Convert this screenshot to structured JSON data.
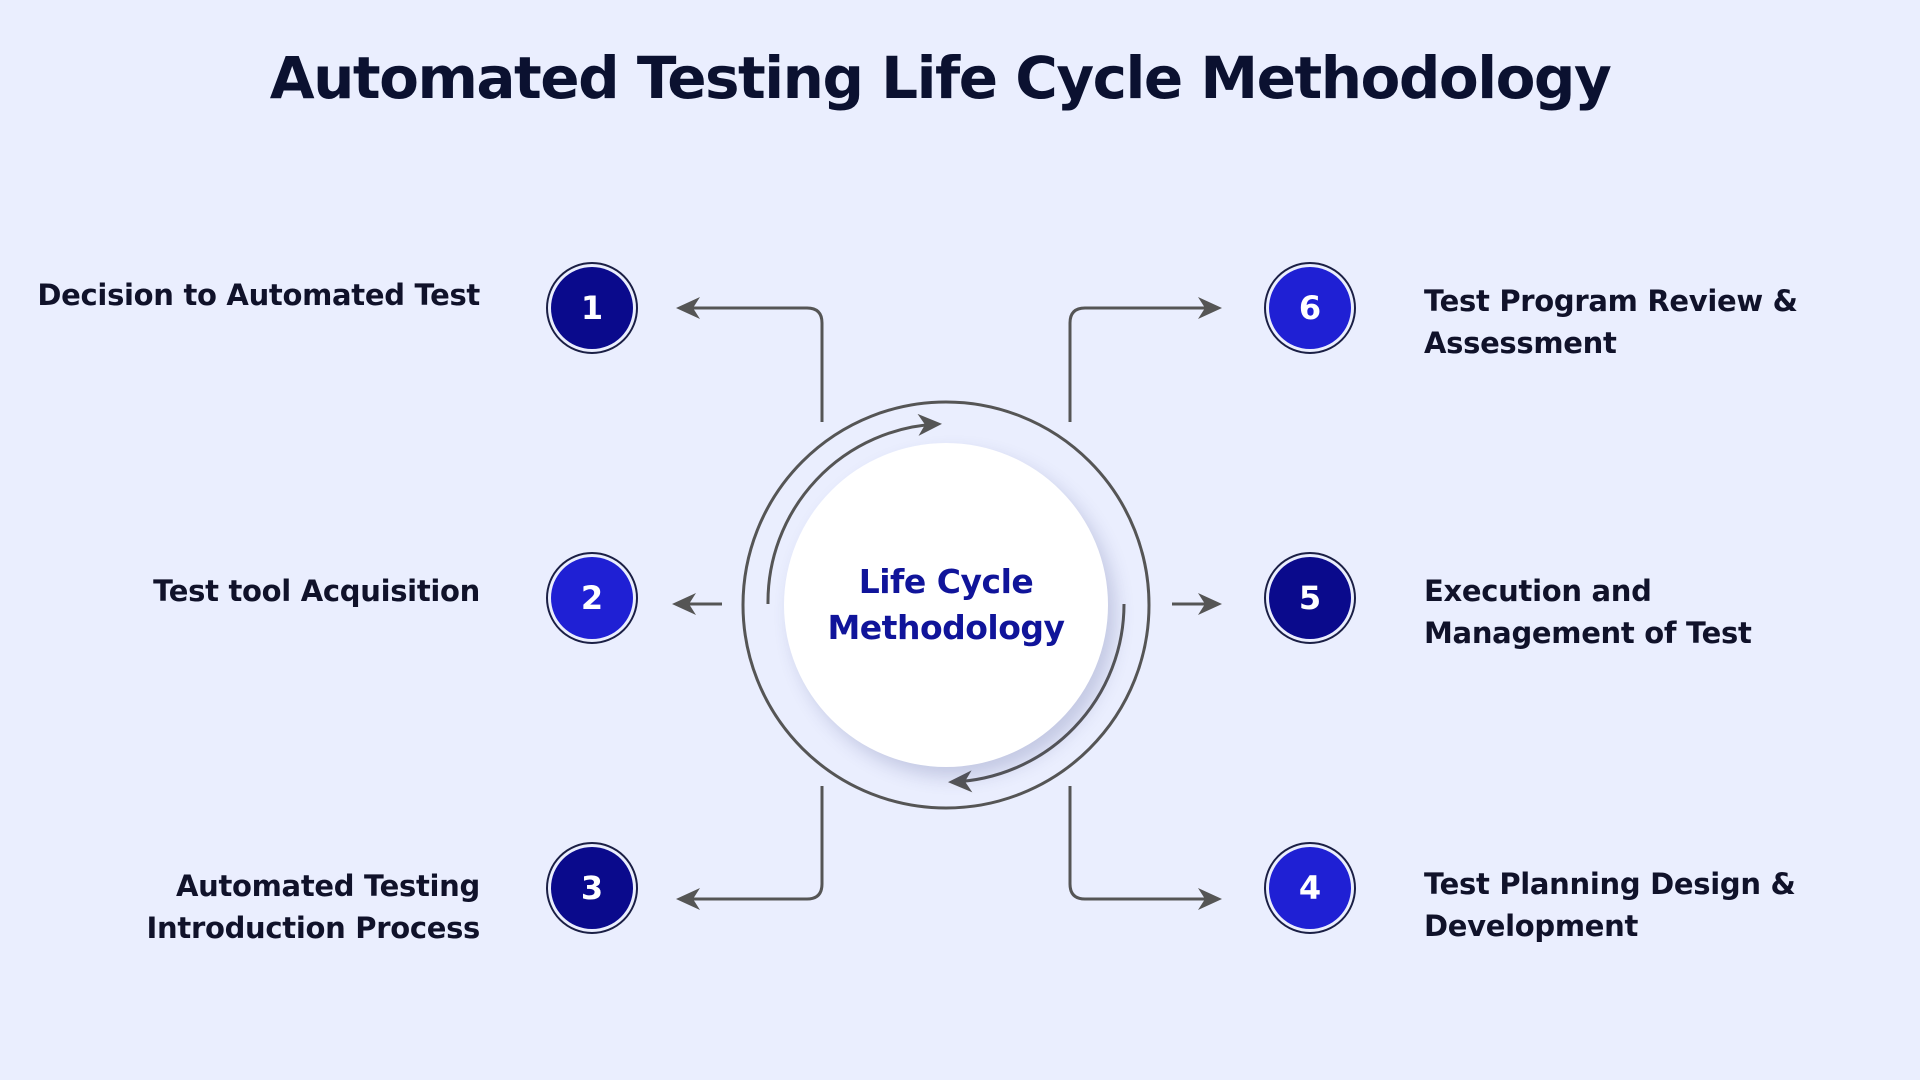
{
  "title": "Automated Testing Life Cycle Methodology",
  "center": {
    "label_line1": "Life Cycle",
    "label_line2": "Methodology"
  },
  "steps": [
    {
      "number": "1",
      "lines": [
        "Decision to Automated Test"
      ]
    },
    {
      "number": "2",
      "lines": [
        "Test tool Acquisition"
      ]
    },
    {
      "number": "3",
      "lines": [
        "Automated Testing",
        "Introduction Process"
      ]
    },
    {
      "number": "4",
      "lines": [
        "Test Planning Design &",
        "Development"
      ]
    },
    {
      "number": "5",
      "lines": [
        "Execution and",
        "Management of Test"
      ]
    },
    {
      "number": "6",
      "lines": [
        "Test Program Review &",
        "Assessment"
      ]
    }
  ],
  "colors": {
    "background": "#EAEEFE",
    "title": "#0B1130",
    "badge_dark": "#0A0A8C",
    "badge_bright": "#1F20D4",
    "center_text": "#10149A",
    "connector": "#555555"
  }
}
